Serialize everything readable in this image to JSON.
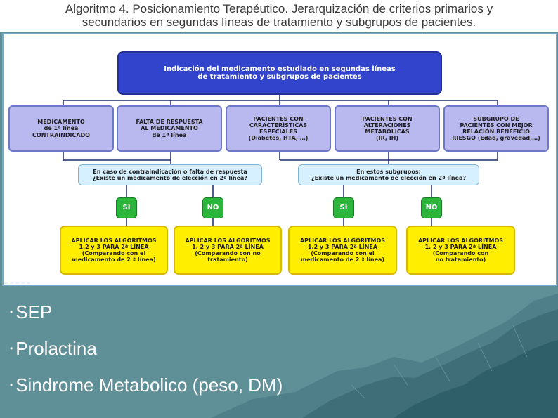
{
  "slide": {
    "title_line1": "Algoritmo 4. Posicionamiento Terapéutico. Jerarquización de criterios primarios y",
    "title_line2": "secundarios en segundas líneas de tratamiento y subgrupos de pacientes."
  },
  "diagram": {
    "top_box": "Indicación del medicamento estudiado en segundas líneas\nde tratamiento y subgrupos de pacientes",
    "criteria": [
      {
        "label": "MEDICAMENTO\nde 1ª línea\nCONTRAINDICADO"
      },
      {
        "label": "FALTA DE RESPUESTA\nAL MEDICAMENTO\nde 1ª línea"
      },
      {
        "label": "PACIENTES CON\nCARACTERÍSTICAS\nESPECIALES\n(Diabetes, HTA, …)"
      },
      {
        "label": "PACIENTES CON\nALTERACIONES\nMETABÓLICAS\n(IR, IH)"
      },
      {
        "label": "SUBGRUPO DE\nPACIENTES CON MEJOR\nRELACIÓN BENEFICIO\nRIESGO (Edad, gravedad,…)"
      }
    ],
    "questions": [
      {
        "label": "En caso de contraindicación o falta de respuesta\n¿Existe un medicamento de elección en 2ª línea?"
      },
      {
        "label": "En estos subgrupos:\n¿Existe un medicamento de elección en 2ª línea?"
      }
    ],
    "decisions": [
      {
        "label": "SI"
      },
      {
        "label": "NO"
      },
      {
        "label": "SI"
      },
      {
        "label": "NO"
      }
    ],
    "actions": [
      {
        "label": "APLICAR LOS ALGORITMOS\n1,2 y 3 PARA 2ª LÍNEA\n(Comparando con el\nmedicamento de 2 ª línea)"
      },
      {
        "label": "APLICAR LOS ALGORITMOS\n1, 2 y 3 PARA 2ª LÍNEA\n(Comparando con no\ntratamiento)"
      },
      {
        "label": "APLICAR LOS ALGORITMOS\n1,2 y 3 PARA 2ª LÍNEA\n(Comparando con el\nmedicamento de 2 ª línea)"
      },
      {
        "label": "APLICAR LOS ALGORITMOS\n1, 2 y 3 PARA 2ª LÍNEA\n(Comparando con\nno tratamiento)"
      }
    ]
  },
  "bullets": [
    {
      "text": "SEP"
    },
    {
      "text": "Prolactina"
    },
    {
      "text": "Sindrome Metabolico (peso, DM)"
    }
  ],
  "colors": {
    "background": "#5f8f97",
    "top_box": "#3344cc",
    "criteria": "#b9b9f0",
    "question": "#d7f0ff",
    "decision": "#2bb53c",
    "action": "#ffee00"
  }
}
